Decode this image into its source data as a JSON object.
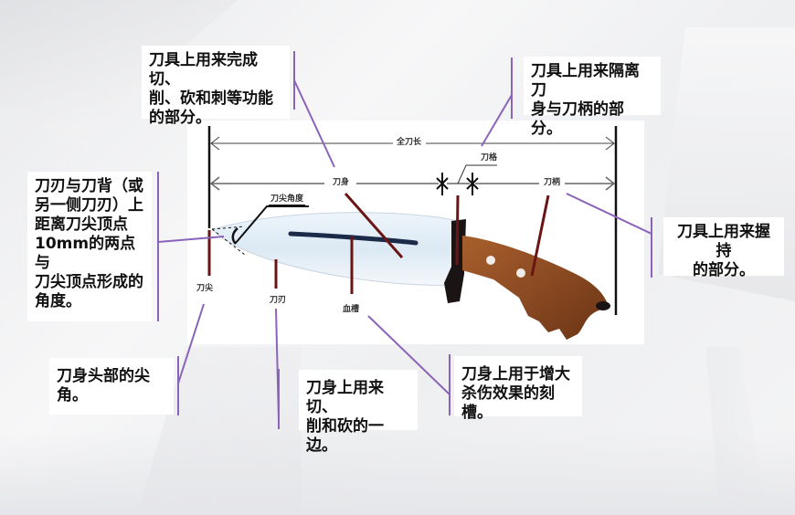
{
  "diagram": {
    "title_hint": "刀具各部位名称示意图",
    "dimension_labels": {
      "overall_length": "全刀长",
      "blade": "刀身",
      "guard": "刀格",
      "handle": "刀柄",
      "tip_angle": "刀尖角度",
      "tip": "刀尖",
      "edge": "刀刃",
      "fuller": "血槽"
    },
    "callouts": {
      "blade": "刀具上用来完成切、\n削、砍和刺等功能\n的部分。",
      "guard": "刀具上用来隔离刀\n身与刀柄的部分。",
      "tip_angle": "刀刃与刀背（或\n另一侧刀刃）上\n距离刀尖顶点\n10mm的两点与\n刀尖顶点形成的\n角度。",
      "handle": "刀具上用来握持\n的部分。",
      "tip": "刀身头部的尖角。",
      "edge": "刀身上用来切、\n削和砍的一边。",
      "fuller": "刀身上用于增大\n杀伤效果的刻槽。"
    },
    "colors": {
      "leader_line": "#8a64b8",
      "pointer_line": "#6b1414",
      "dimension_line": "#555555",
      "frame_line": "#111111",
      "handle_wood": "#8b4a22",
      "blade_tint": "#dbe9f4",
      "fuller": "#1c2a4a"
    }
  }
}
